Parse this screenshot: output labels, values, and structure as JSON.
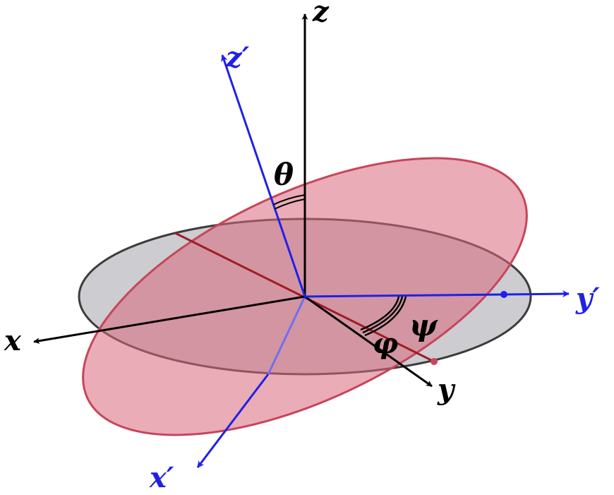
{
  "axes": {
    "x": "x",
    "y": "y",
    "z": "z",
    "x_prime": "x′",
    "y_prime": "y′",
    "z_prime": "z′"
  },
  "angles": {
    "theta": "θ",
    "phi": "φ",
    "psi": "ψ"
  },
  "colors": {
    "fixed_axes": "#000000",
    "rotated_axes": "#2020e8",
    "fixed_plane_fill": "#b9b9bf",
    "fixed_plane_edge": "#3c3c3c",
    "rotated_plane_fill": "#d9687b",
    "rotated_plane_edge": "#c8455a",
    "line_of_nodes": "#a01c26"
  }
}
